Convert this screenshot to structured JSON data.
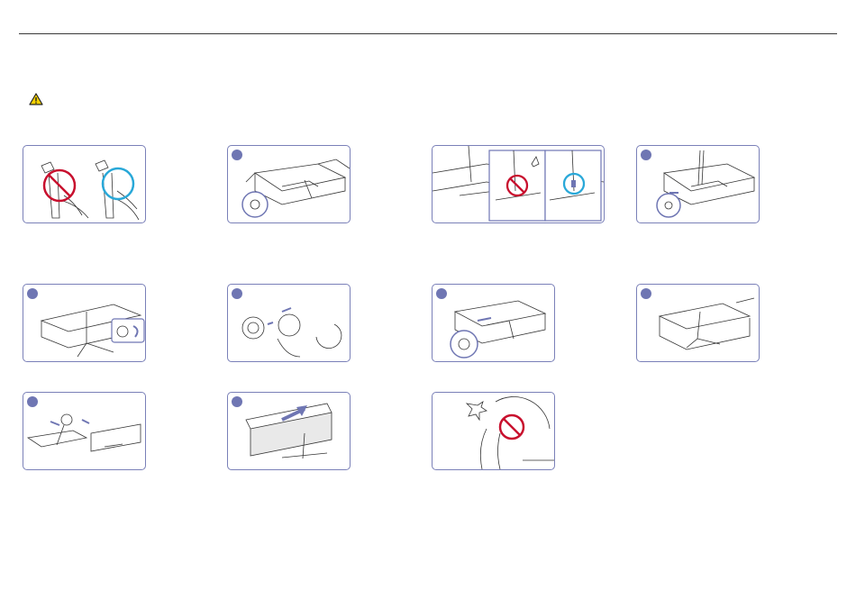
{
  "colors": {
    "rule": "#3a3a3a",
    "panel_border": "#7a80b8",
    "step_marker": "#6f76b3",
    "prohibited": "#c8102e",
    "correct": "#29a8d8",
    "arrow": "#6f76b3",
    "warning_fill": "#f4d000"
  },
  "icons": {
    "warning": "warning-triangle-icon",
    "prohibited": "prohibited-circle-icon",
    "correct": "correct-circle-icon",
    "step": "step-number-marker"
  },
  "illustrations": [
    {
      "id": "row1-col1",
      "step_marker": false,
      "content": "stand-hold-wrong-right"
    },
    {
      "id": "row1-col2",
      "step_marker": true,
      "content": "packaging-box-stand-insert"
    },
    {
      "id": "row1-col3",
      "step_marker": false,
      "content": "screw-tightening-wrong-right"
    },
    {
      "id": "row1-col4",
      "step_marker": true,
      "content": "screwdriver-in-box"
    },
    {
      "id": "row2-col1",
      "step_marker": true,
      "content": "stand-attach-rotate"
    },
    {
      "id": "row2-col2",
      "step_marker": true,
      "content": "cover-ring-assembly"
    },
    {
      "id": "row2-col3",
      "step_marker": true,
      "content": "base-attach-in-box"
    },
    {
      "id": "row2-col4",
      "step_marker": true,
      "content": "assembled-stand-in-box"
    },
    {
      "id": "row3-col1",
      "step_marker": true,
      "content": "lift-monitor-from-box"
    },
    {
      "id": "row3-col2",
      "step_marker": true,
      "content": "remove-packaging-sleeve"
    },
    {
      "id": "row3-col3",
      "step_marker": false,
      "content": "do-not-hold-by-stand"
    }
  ]
}
